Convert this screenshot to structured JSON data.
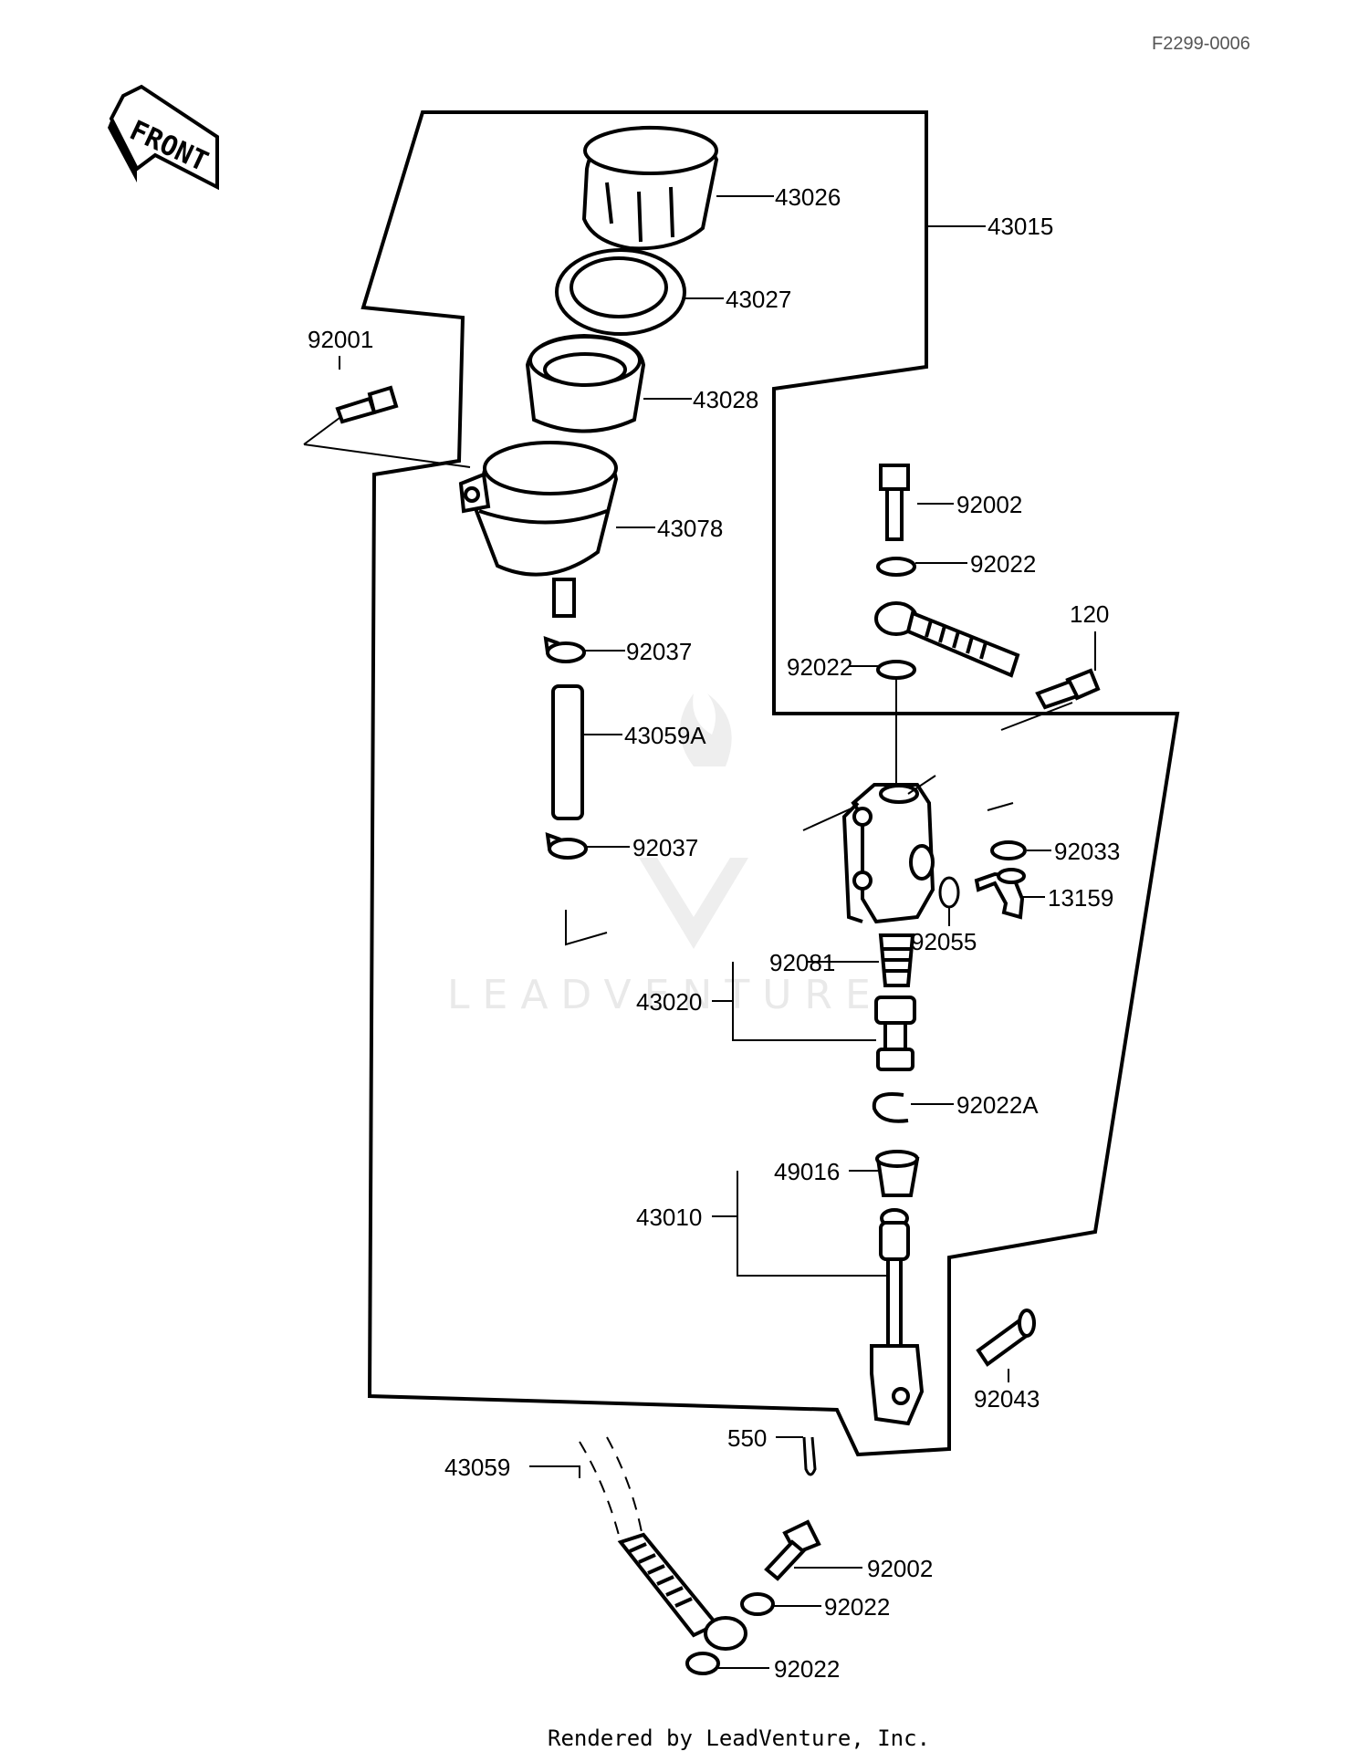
{
  "figure_ref": "F2299-0006",
  "front_label": "FRONT",
  "watermark": "LEADVENTURE",
  "footer": "Rendered by LeadVenture, Inc.",
  "parts": {
    "p43026": "43026",
    "p43015": "43015",
    "p43027": "43027",
    "p92001": "92001",
    "p43028": "43028",
    "p92002_top": "92002",
    "p43078": "43078",
    "p92022_a": "92022",
    "p120": "120",
    "p92037_a": "92037",
    "p92022_b": "92022",
    "p43059A": "43059A",
    "p92037_b": "92037",
    "p92033": "92033",
    "p13159": "13159",
    "p92055": "92055",
    "p92081": "92081",
    "p43020": "43020",
    "p92022A": "92022A",
    "p49016": "49016",
    "p43010": "43010",
    "p92043": "92043",
    "p550": "550",
    "p43059": "43059",
    "p92002_bottom": "92002",
    "p92022_c": "92022",
    "p92022_d": "92022"
  },
  "colors": {
    "line": "#000000",
    "background": "#ffffff",
    "watermark": "#e9e9e9"
  }
}
